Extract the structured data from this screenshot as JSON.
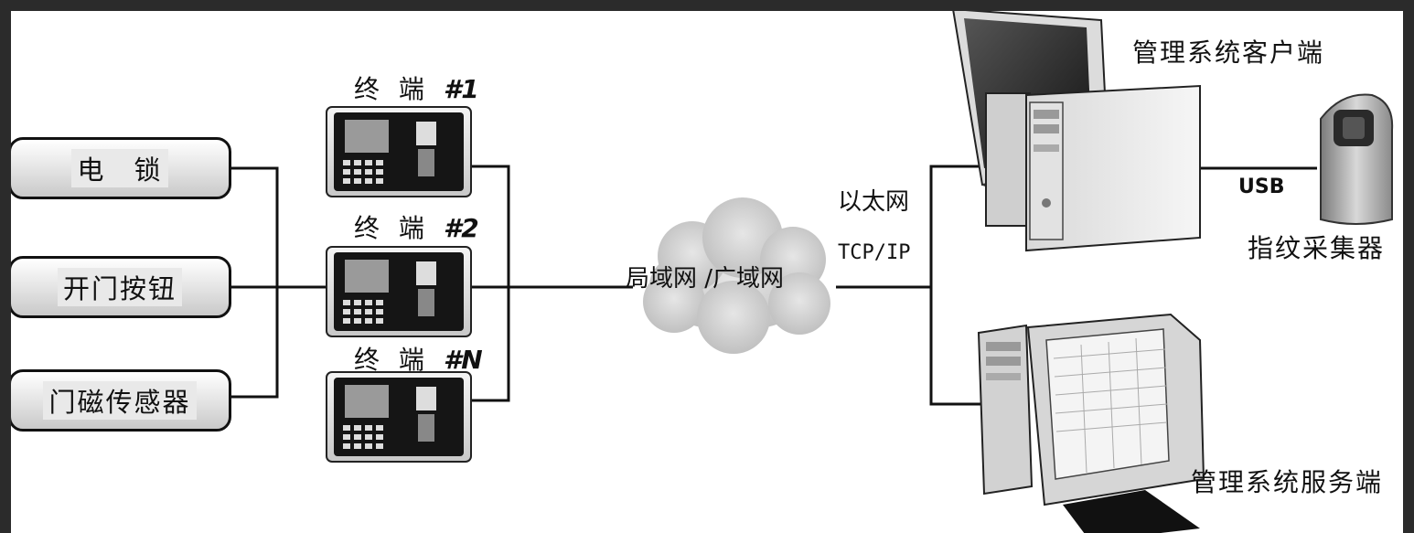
{
  "devices": {
    "electric_lock": "电　锁",
    "exit_button": "开门按钮",
    "door_sensor": "门磁传感器"
  },
  "terminals": [
    {
      "prefix": "终 端 ",
      "number": "#1"
    },
    {
      "prefix": "终 端 ",
      "number": "#2"
    },
    {
      "prefix": "终 端 ",
      "number": "#N"
    }
  ],
  "network": {
    "cloud_label": "局域网 /广域网",
    "ethernet_label": "以太网",
    "protocol_label": "TCP/IP"
  },
  "client": {
    "label": "管理系统客户端"
  },
  "usb_label": "USB",
  "fingerprint": {
    "label": "指纹采集器"
  },
  "server": {
    "label": "管理系统服务端"
  }
}
